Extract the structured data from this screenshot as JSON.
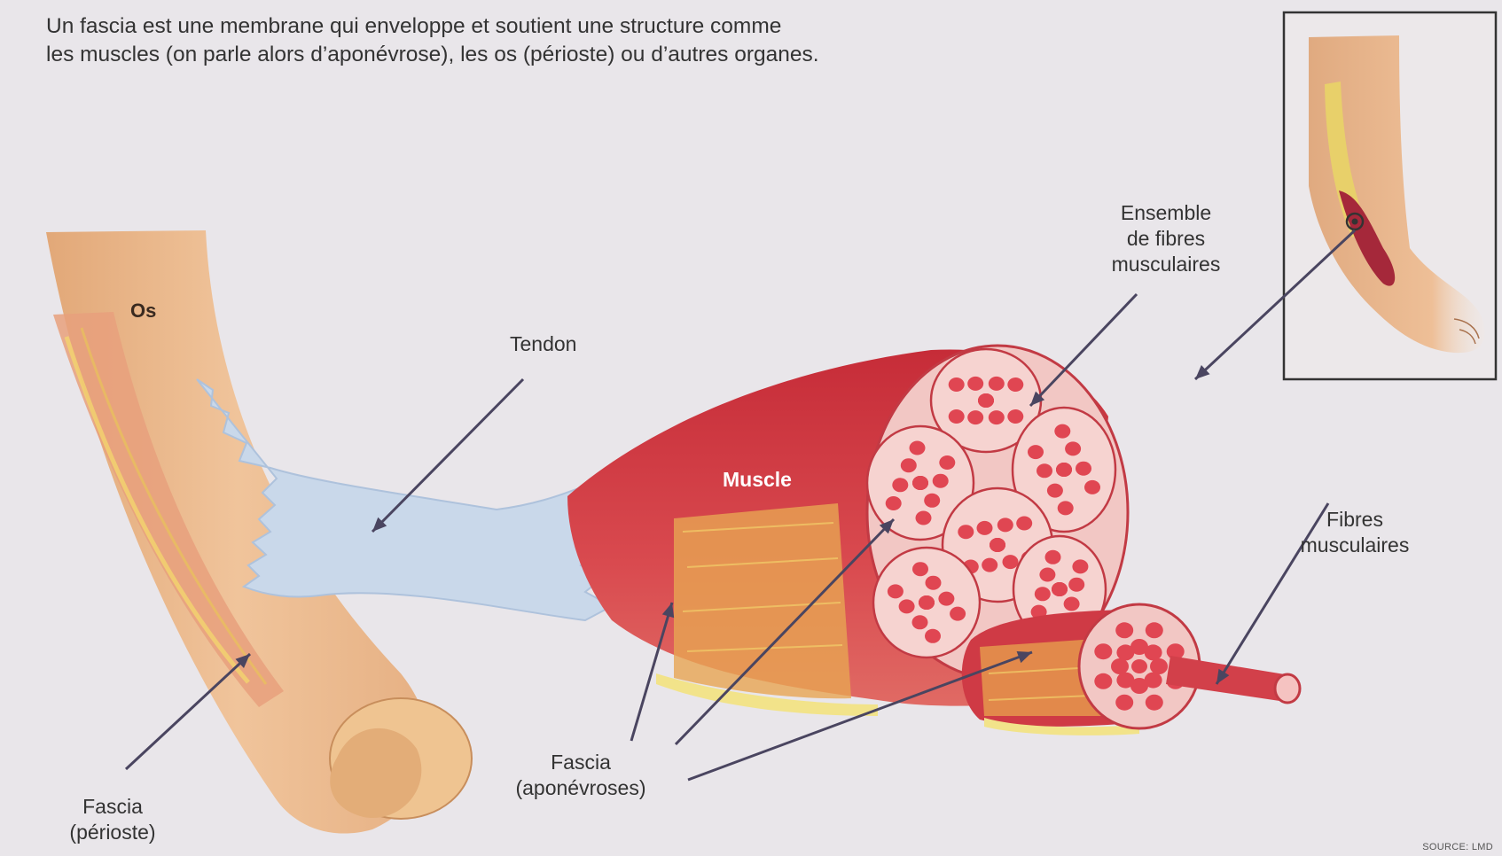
{
  "intro": {
    "line1": "Un fascia est une membrane qui enveloppe et soutient une structure comme",
    "line2": "les muscles (on parle alors d’aponévrose), les os (périoste) ou d’autres organes."
  },
  "labels": {
    "os": "Os",
    "muscle": "Muscle",
    "tendon": "Tendon",
    "ensemble": [
      "Ensemble",
      "de fibres",
      "musculaires"
    ],
    "fibres": [
      "Fibres",
      "musculaires"
    ],
    "fascia_aponevroses": [
      "Fascia",
      "(aponévroses)"
    ],
    "fascia_perioste": [
      "Fascia",
      "(périoste)"
    ]
  },
  "source": "SOURCE: LMD",
  "colors": {
    "background": "#e9e6ea",
    "bone": "#e8b98a",
    "tendon": "#c9d8ea",
    "muscle": "#c8323c",
    "fascia": "#e6b04a",
    "fiber": "#e24a55",
    "pointer": "#4a4560"
  }
}
